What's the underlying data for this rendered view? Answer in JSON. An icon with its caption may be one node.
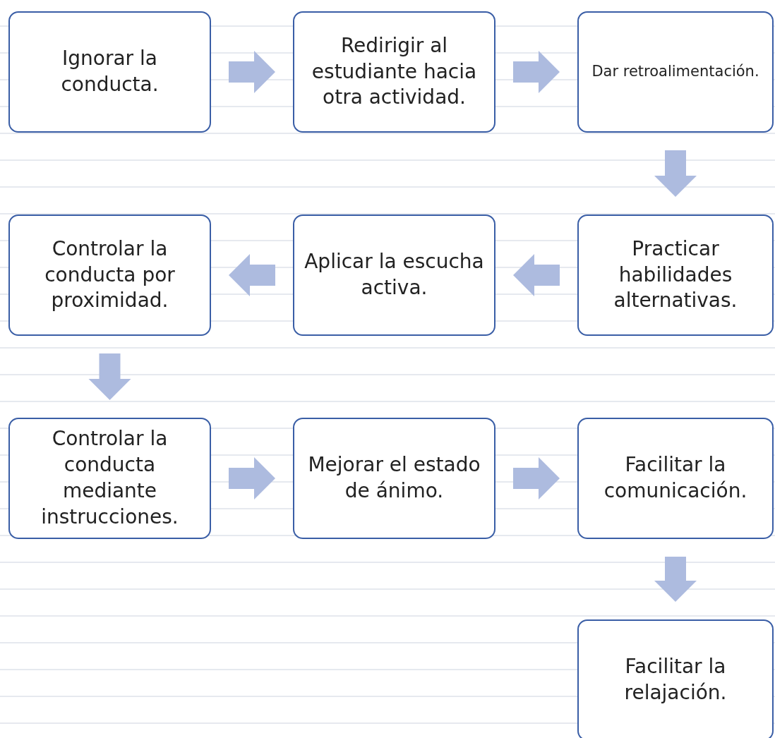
{
  "diagram": {
    "nodes": [
      {
        "text": [
          "Ignorar la conducta."
        ]
      },
      {
        "text": [
          "Redirigir al estudiante hacia otra actividad."
        ]
      },
      {
        "text": [
          "Dar retroalimentación."
        ]
      },
      {
        "text": [
          "Controlar la conducta por proximidad."
        ]
      },
      {
        "text": [
          "Aplicar la escucha activa."
        ]
      },
      {
        "text": [
          "Practicar habilidades alternativas."
        ]
      },
      {
        "text": [
          "Controlar la conducta mediante instrucciones."
        ]
      },
      {
        "text": [
          "Mejorar el estado de ánimo."
        ]
      },
      {
        "text": [
          "Facilitar la comunicación."
        ]
      },
      {
        "text": [
          "Facilitar la relajación."
        ]
      }
    ],
    "edges": [
      {
        "from": 0,
        "to": 1,
        "arrow": "to"
      },
      {
        "from": 1,
        "to": 2,
        "arrow": "to"
      },
      {
        "from": 2,
        "to": 5,
        "arrow": "to"
      },
      {
        "from": 5,
        "to": 4,
        "arrow": "to"
      },
      {
        "from": 4,
        "to": 3,
        "arrow": "to"
      },
      {
        "from": 3,
        "to": 6,
        "arrow": "to"
      },
      {
        "from": 6,
        "to": 7,
        "arrow": "to"
      },
      {
        "from": 7,
        "to": 8,
        "arrow": "to"
      },
      {
        "from": 8,
        "to": 9,
        "arrow": "to"
      }
    ]
  }
}
